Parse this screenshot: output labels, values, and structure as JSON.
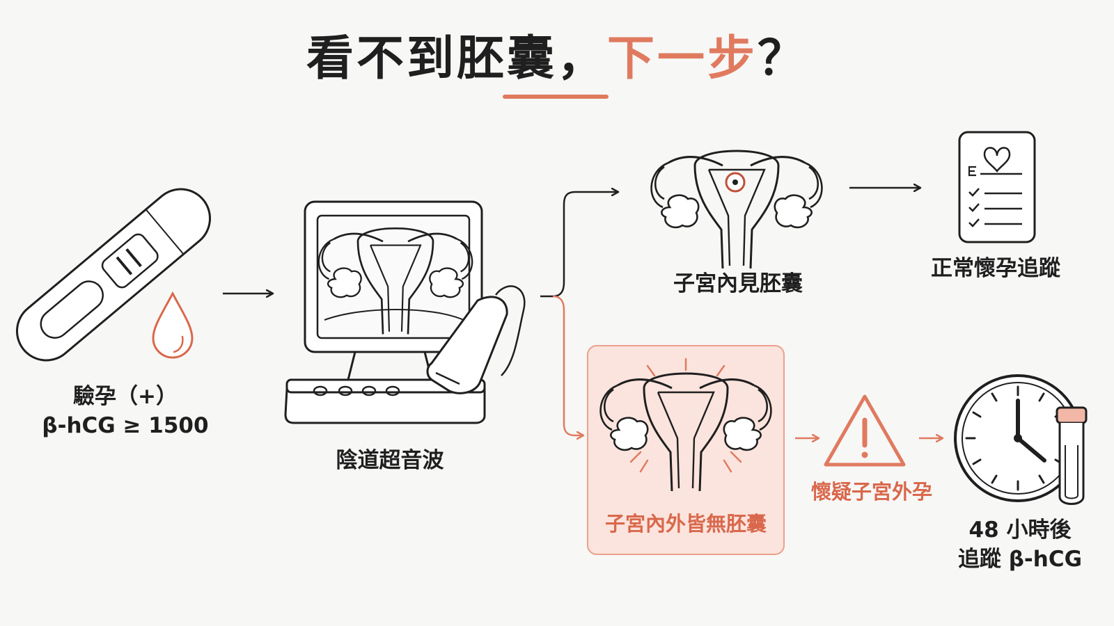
{
  "title": {
    "main": "看不到胚囊，",
    "accent": "下一步",
    "end": "？"
  },
  "nodes": {
    "test": {
      "line1": "驗孕（+）",
      "line2": "β-hCG ≥ 1500"
    },
    "ultrasound": {
      "label": "陰道超音波"
    },
    "intrauterine": {
      "label": "子宮內見胚囊"
    },
    "normal": {
      "label": "正常懷孕追蹤"
    },
    "none": {
      "label": "子宮內外皆無胚囊"
    },
    "ectopic": {
      "label": "懷疑子宮外孕"
    },
    "followup": {
      "line1": "48 小時後",
      "line2": "追蹤 β-hCG"
    }
  },
  "colors": {
    "accent": "#e07a5f",
    "ink": "#1f1f1f",
    "box_fill": "#fbe4dd",
    "box_border": "#eaa08c"
  },
  "icons": [
    "pregnancy-test-icon",
    "blood-drop-icon",
    "ultrasound-machine-icon",
    "uterus-icon",
    "checklist-icon",
    "warning-icon",
    "clock-icon",
    "test-tube-icon"
  ]
}
